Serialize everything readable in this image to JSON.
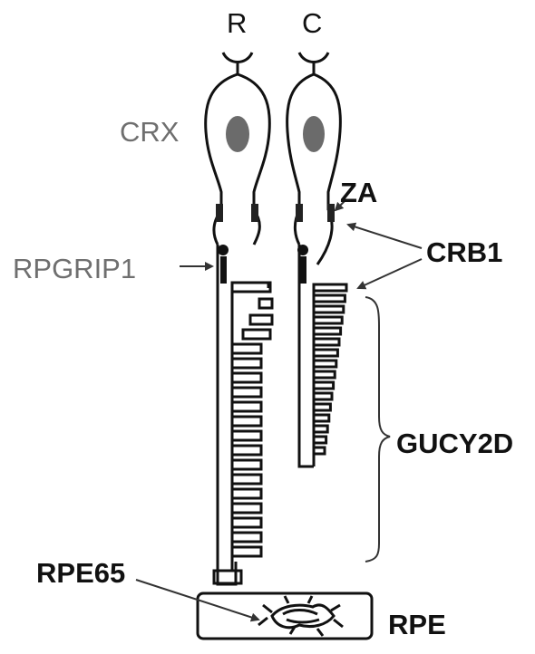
{
  "labels": {
    "rod": "R",
    "cone": "C",
    "crx": "CRX",
    "za": "ZA",
    "crb1": "CRB1",
    "rpgrip1": "RPGRIP1",
    "gucy2d": "GUCY2D",
    "rpe65": "RPE65",
    "rpe": "RPE"
  },
  "colors": {
    "outline": "#111111",
    "nucleus": "#6b6b6b",
    "gray_text": "#6f6f6f",
    "dark_text": "#111111"
  }
}
